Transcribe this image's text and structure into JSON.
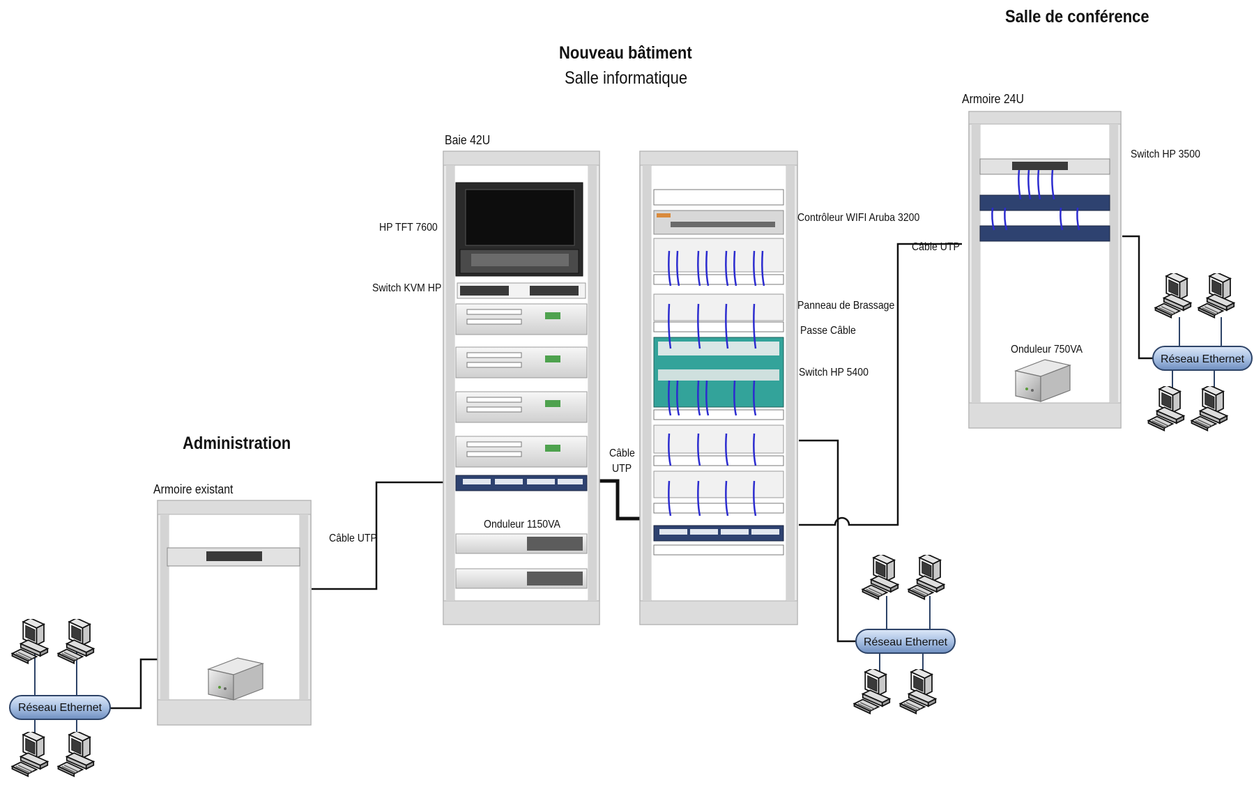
{
  "titles": {
    "new_building": "Nouveau bâtiment",
    "server_room": "Salle informatique",
    "conference": "Salle de conférence",
    "administration": "Administration"
  },
  "racks": {
    "baie": "Baie 42U",
    "armoire24": "Armoire 24U",
    "existant": "Armoire existant"
  },
  "devices": {
    "hp_tft": "HP TFT  7600",
    "kvm": "Switch KVM HP",
    "ups1150": "Onduleur 1150VA",
    "aruba": "Contrôleur WIFI Aruba 3200",
    "patch_panel": "Panneau de Brassage",
    "cable_pass": "Passe Câble",
    "switch5400": "Switch HP 5400",
    "switch3500": "Switch HP 3500",
    "ups750": "Onduleur 750VA"
  },
  "cables": {
    "utp_admin": "Câble UTP",
    "utp_mid_line1": "Câble",
    "utp_mid_line2": "UTP",
    "utp_conf": "Câble UTP"
  },
  "lans": {
    "admin": "Réseau Ethernet",
    "center": "Réseau Ethernet",
    "conference": "Réseau Ethernet"
  },
  "colors": {
    "rack_frame": "#e4e4e4",
    "rack_edge": "#b5b5b5",
    "lan_fill": "#b4c8e6",
    "lan_edge": "#2e4468",
    "patch_cable": "#2c2ccf",
    "connection": "#111111",
    "switch5400_body": "#33a39a"
  }
}
